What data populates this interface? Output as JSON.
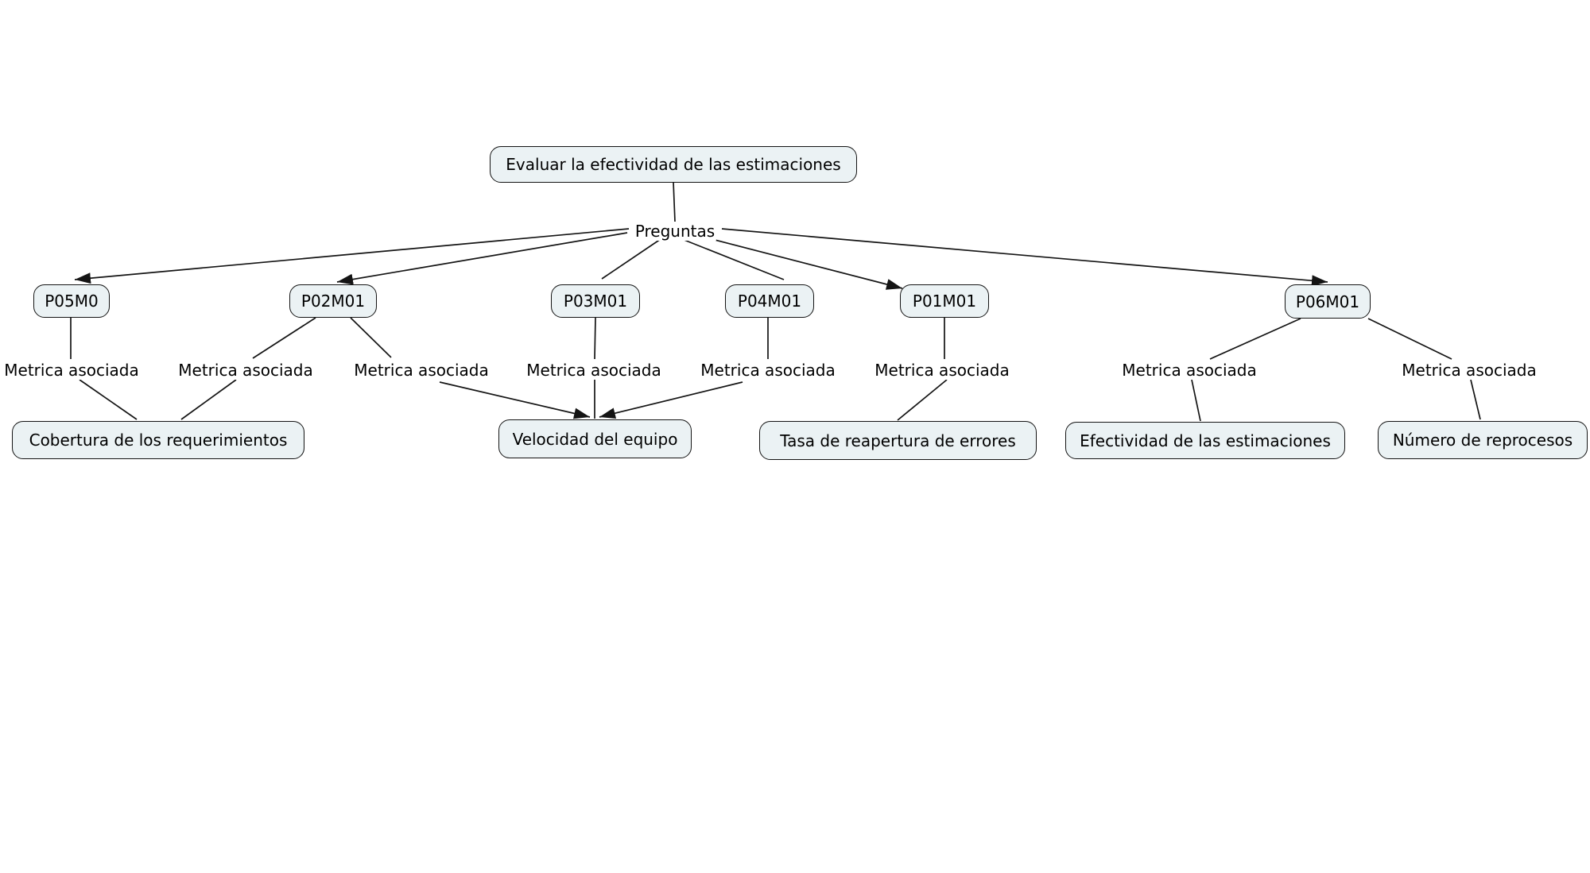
{
  "diagram": {
    "goal": "Evaluar la efectividad de las estimaciones",
    "questions_connector_label": "Preguntas",
    "question_nodes": [
      {
        "id": "P05M0"
      },
      {
        "id": "P02M01"
      },
      {
        "id": "P03M01"
      },
      {
        "id": "P04M01"
      },
      {
        "id": "P01M01"
      },
      {
        "id": "P06M01"
      }
    ],
    "metric_nodes": [
      {
        "label": "Cobertura de los requerimientos"
      },
      {
        "label": "Velocidad del equipo"
      },
      {
        "label": "Tasa de reapertura de errores"
      },
      {
        "label": "Efectividad de las estimaciones"
      },
      {
        "label": "Número de reprocesos"
      }
    ],
    "edge_labels": [
      {
        "from": "P05M0",
        "to": "Cobertura de los requerimientos",
        "label": "Metrica asociada"
      },
      {
        "from": "P02M01",
        "to": "Cobertura de los requerimientos",
        "label": "Metrica asociada"
      },
      {
        "from": "P02M01",
        "to": "Velocidad del equipo",
        "label": "Metrica asociada"
      },
      {
        "from": "P03M01",
        "to": "Velocidad del equipo",
        "label": "Metrica asociada"
      },
      {
        "from": "P04M01",
        "to": "Velocidad del equipo",
        "label": "Metrica asociada"
      },
      {
        "from": "P01M01",
        "to": "Tasa de reapertura de errores",
        "label": "Metrica asociada"
      },
      {
        "from": "P06M01",
        "to": "Efectividad de las estimaciones",
        "label": "Metrica asociada"
      },
      {
        "from": "P06M01",
        "to": "Número de reprocesos",
        "label": "Metrica asociada"
      }
    ],
    "colors": {
      "background": "#ffffff",
      "node_fill": "#ebf2f4",
      "node_border": "#141414",
      "edge": "#141414",
      "text": "#000000"
    }
  }
}
